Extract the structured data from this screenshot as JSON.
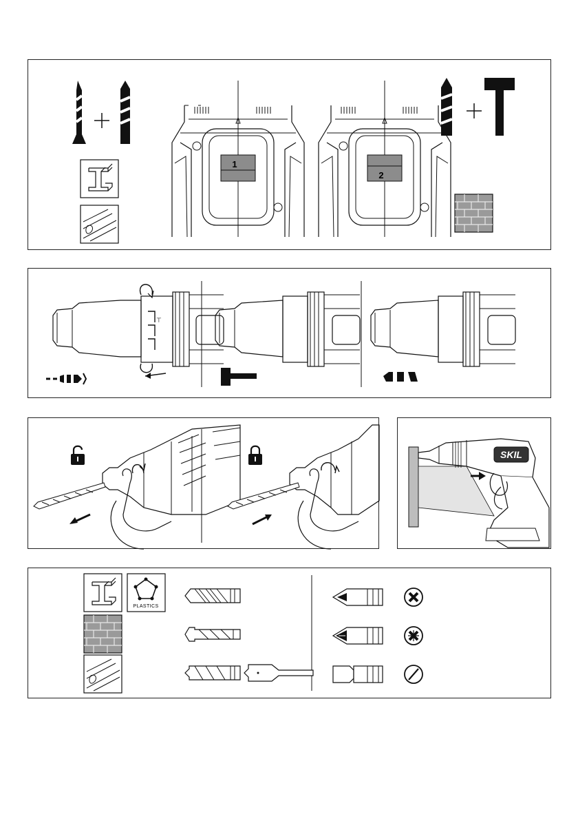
{
  "gear_panel": {
    "speed_low_label": "1",
    "speed_high_label": "2",
    "icons": [
      "drill-bit-icon",
      "plus-icon",
      "screwdriver-bit-icon",
      "metal-beam-icon",
      "wood-icon",
      "hammer-icon",
      "brick-icon"
    ]
  },
  "mode_panel": {
    "modes": [
      "screw-mode-icon",
      "hammer-mode-icon",
      "drill-mode-icon"
    ]
  },
  "chuck_panel": {
    "icons": [
      "unlocked-padlock-icon",
      "locked-padlock-icon"
    ]
  },
  "light_panel": {
    "brand_logo": "SKIL"
  },
  "bits_panel": {
    "plastics_label": "PLASTICS",
    "materials": [
      "metal",
      "masonry",
      "wood"
    ],
    "screw_heads": [
      "phillips",
      "pozidriv",
      "slotted"
    ]
  },
  "colors": {
    "line": "#111111",
    "gray_fill": "#8c8c8c",
    "light_gray": "#bdbdbd",
    "brick": "#9a9a9a"
  }
}
